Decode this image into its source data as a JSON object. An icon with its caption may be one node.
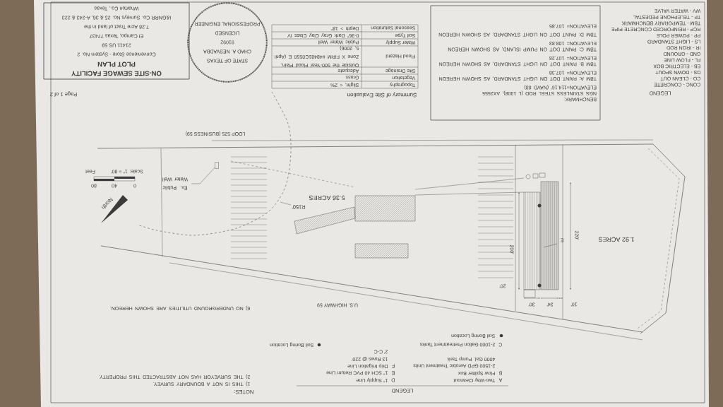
{
  "diagram": {
    "nodes": [
      {
        "text": [
          "ON-SITE SEWAGE FACILITY",
          "PLOT PLAN",
          "Convenience Store - System No. 2",
          "21411 US 59",
          "El Campo, Texas 77437",
          "7.28 Acre Tract of land in the",
          "I&GNRR Co. Surveys No. 25 & 36, A-243 & 223",
          "Wharton Co., Texas"
        ]
      },
      {
        "text": [
          "STATE OF TEXAS",
          "CHAD A. NESVADBA",
          "91092",
          "LICENSED",
          "PROFESSIONAL ENGINEER"
        ]
      },
      {
        "text": [
          "BENCHMARK:",
          "NGS STAINLESS STEEL ROD (L 1308), AX2555",
          "ELEVATION=114.16' (NAVD 88)",
          "TBM A: PAINT DOT ON LIGHT STANDARD, AS SHOWN HEREON",
          "ELEVATION= 107.38",
          "TBM B: PAINT DOT ON LIGHT STANDARD, AS SHOWN HEREON",
          "ELEVATION= 107.28",
          "TBM C: PAINT DOT ON PUMP ISLAND, AS SHOWN HEREON",
          "ELEVATION= 108.83",
          "TBM D: PAINT DOT ON LIGHT STANDARD, AS SHOWN HEREON",
          "ELEVATION= 107.85"
        ]
      },
      {
        "text": [
          "Ex. Public Water Well"
        ]
      },
      {
        "text": [],
        "shape": "box"
      },
      {
        "text": [
          "R150'"
        ]
      }
    ],
    "edges": [
      {
        "from": 3,
        "to": 4,
        "arrow": "none"
      },
      {
        "from": 5,
        "to": null,
        "arrow": "none"
      }
    ],
    "labels": [
      "NOTES:",
      "1) THIS IS NOT A BOUNDARY SURVEY.",
      "2) THE SURVEYOR HAS NOT ABSTRACTED THIS PROPERTY.",
      "6) NO UNDERGROUND UTILITIES ARE SHOWN HEREON.",
      "LEGEND",
      "A",
      "Two-Way Cleanout",
      "D",
      "1\" Supply Line",
      "B",
      "Flow Splitter Box",
      "E",
      "1\" SCH 40 PVC Return Line",
      "2-1500 GPD Aerobic Treatment Units",
      "F",
      "Drip Irrigation Line",
      "13 Rows @ 220'",
      "4000 Gal. Pump Tank",
      "2' C-C",
      "C",
      "2-1000 Gallon Pretreatment Tanks",
      "Soil Boring Location",
      "Soil Boring Location",
      "LOOP 525 (BUSINESS 59)",
      "U.S. HIGHWAY 59",
      "5.36 ACRES",
      "1.92 ACRES",
      "North",
      "Scale: 1\" = 80'",
      "0",
      "40",
      "80",
      "Feet",
      "220'",
      "200'",
      "20'",
      "30'",
      "34'",
      "10'",
      "E",
      "Page 1 of 2",
      "Summary of Site Evaluation",
      "Topography",
      "Slight, < 2%",
      "Vegetation",
      "Grass",
      "Site Drainage",
      "Adequate",
      "Flood Hazard",
      "Outside the 500-Year Flood Plain, Zone X FIRM #48481C0550 E (April 5, 2006)",
      "Water Supply",
      "Public Water Well",
      "Soil Type",
      "0-36\" Dark Gray Clay Class IV",
      "Seasonal Saturation",
      "Depth > 18\"",
      "LEGEND",
      "CONC - CONCRETE",
      "CO - CLEAN OUT",
      "DS - DOWN SPOUT",
      "EB - ELECTRIC BOX",
      "FL - FLOW LINE",
      "GND - GROUND",
      "IR - IRON ROD",
      "LS - LIGHT STANDARD",
      "PP - POWER POLE",
      "RCP - REINFORCED CONCRETE PIPE",
      "TBM - TEMPORARY BENCHMARK",
      "TP - TELEPHONE PEDESTAL",
      "WV - WATER VALVE"
    ]
  }
}
